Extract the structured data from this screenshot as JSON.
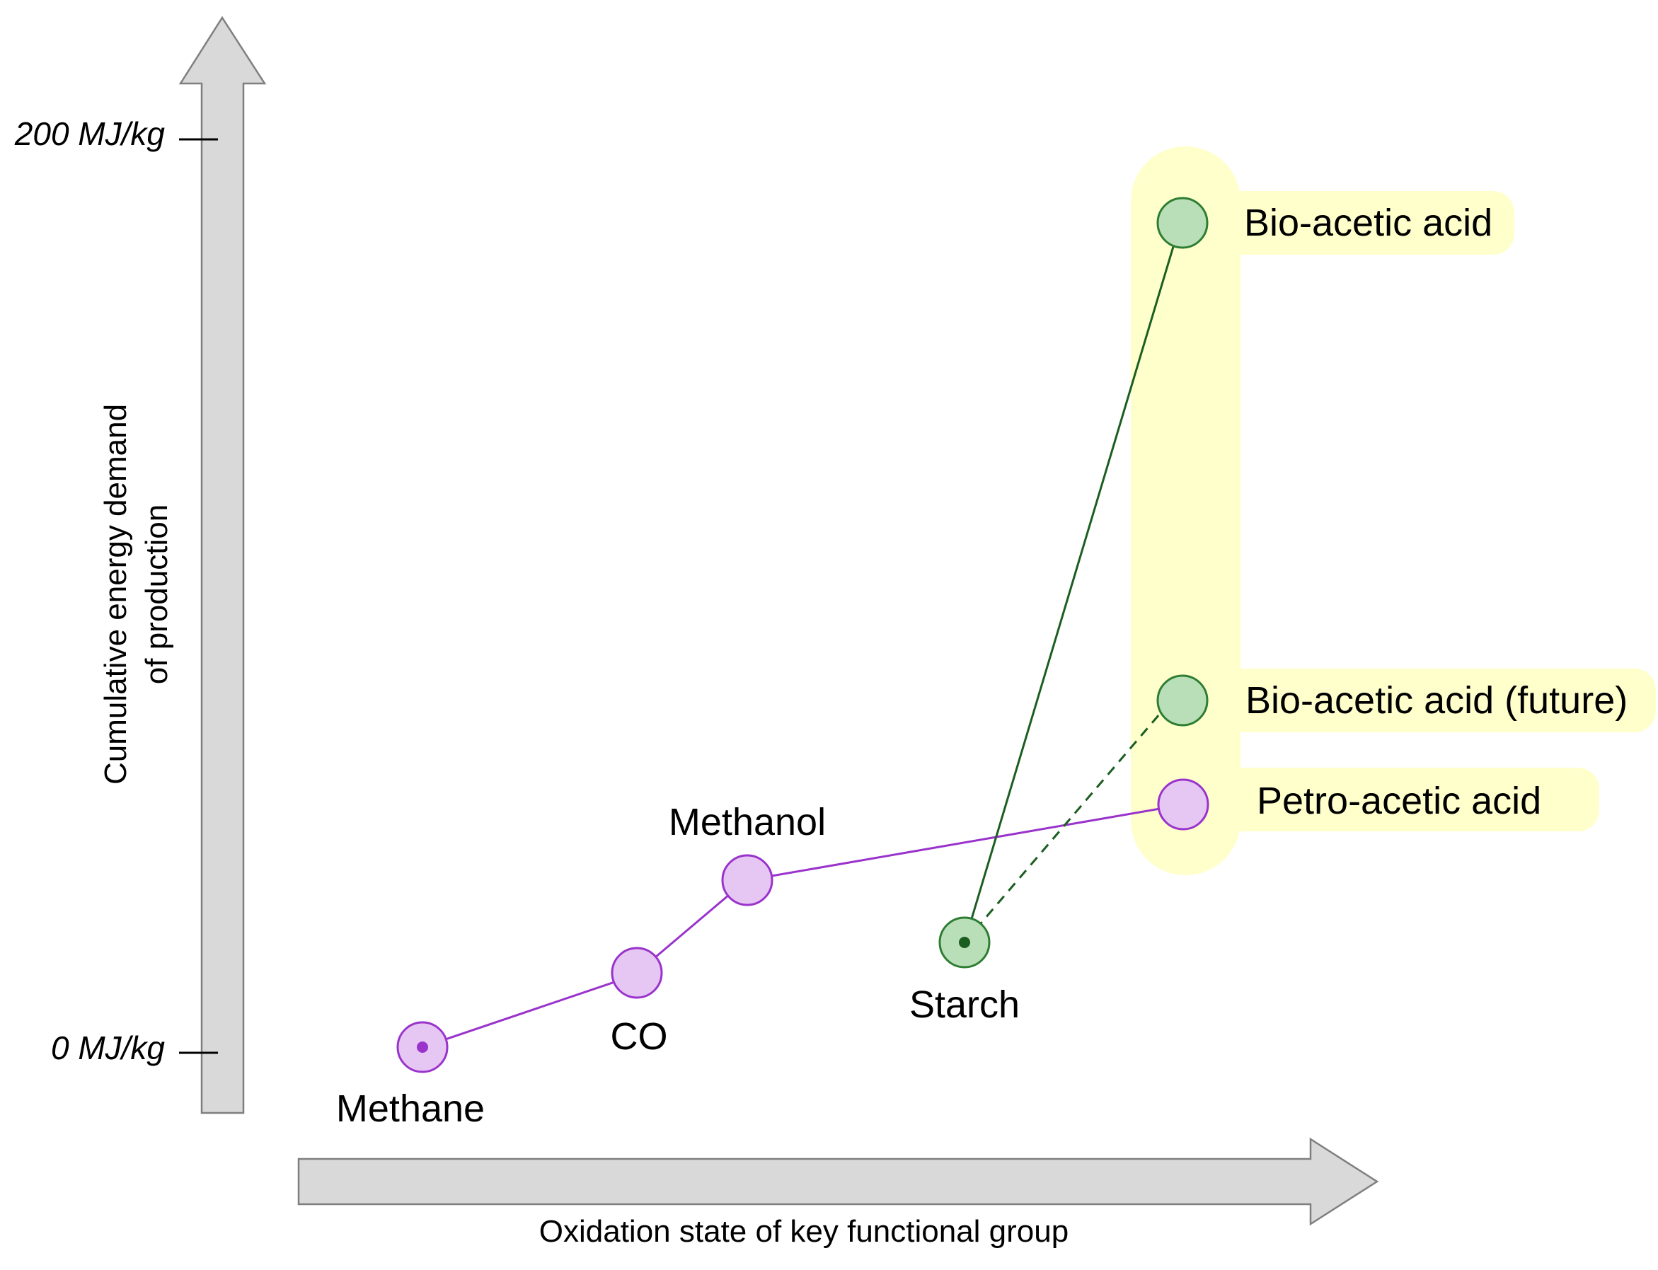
{
  "colors": {
    "petro_fill": "#e6c6f2",
    "petro_stroke": "#9933cc",
    "petro_line": "#9933cc",
    "bio_fill": "#b8dfb8",
    "bio_stroke": "#2e7d32",
    "bio_line": "#1b5e20",
    "highlight": "#ffffcc",
    "axis_fill": "#d9d9d9",
    "axis_stroke": "#7f7f7f"
  },
  "y_axis": {
    "title_line1": "Cumulative energy demand",
    "title_line2": "of production",
    "tick_top": "200 MJ/kg",
    "tick_bottom": "0 MJ/kg"
  },
  "x_axis": {
    "title": "Oxidation state of key functional group"
  },
  "nodes": {
    "methane": "Methane",
    "co": "CO",
    "methanol": "Methanol",
    "starch": "Starch",
    "bio_acetic": "Bio-acetic acid",
    "bio_acetic_future": "Bio-acetic acid (future)",
    "petro_acetic": "Petro-acetic acid"
  }
}
